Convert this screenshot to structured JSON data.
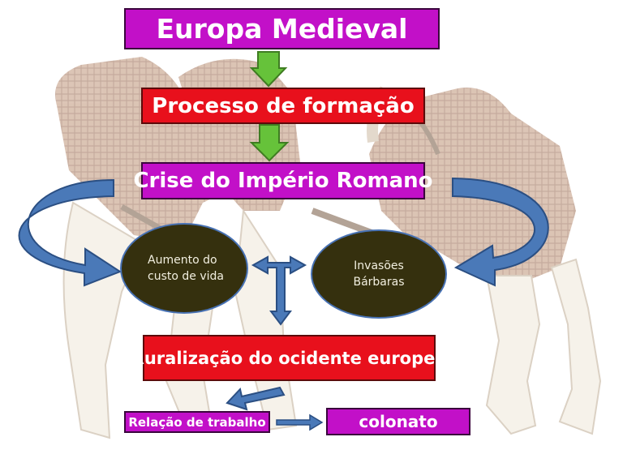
{
  "title": "Europa Medieval",
  "process": "Processo de formação",
  "crisis": "Crise do Império Romano",
  "cause_left": "Aumento do\ncusto de vida",
  "cause_right": "Invasões\nBárbaras",
  "result": "Ruralização do ocidente europeu",
  "work_relation": "Relação de trabalho",
  "colonato": "colonato",
  "colors": {
    "purple": "#c210c8",
    "red": "#e8101c",
    "green_arrow": "#66c23a",
    "blue_arrow": "#4a79b8",
    "oval_fill": "#35300e"
  }
}
